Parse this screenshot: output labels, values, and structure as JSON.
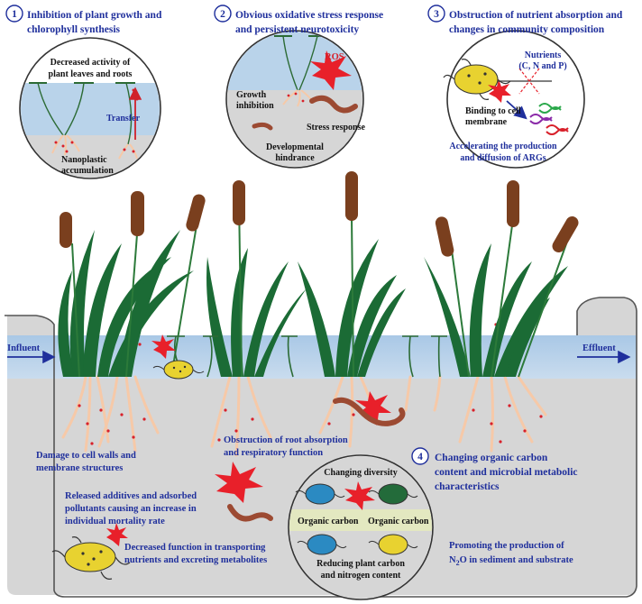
{
  "panels": [
    {
      "number": "1",
      "title_line1": "Inhibition of plant growth and",
      "title_line2": "chlorophyll synthesis"
    },
    {
      "number": "2",
      "title_line1": "Obvious oxidative stress response",
      "title_line2": "and persistent neurotoxicity"
    },
    {
      "number": "3",
      "title_line1": "Obstruction of nutrient absorption and",
      "title_line2": "changes in community composition"
    },
    {
      "number": "4",
      "title_line1": "Changing organic carbon",
      "title_line2": "content and microbial metabolic",
      "title_line3": "characteristics"
    }
  ],
  "circle1": {
    "top_line1": "Decreased activity of",
    "top_line2": "plant leaves and roots",
    "transfer": "Transfer",
    "bottom_line1": "Nanoplastic",
    "bottom_line2": "accumulation"
  },
  "circle2": {
    "ros": "ROS",
    "growth_line1": "Growth",
    "growth_line2": "inhibition",
    "stress": "Stress response",
    "dev_line1": "Developmental",
    "dev_line2": "hindrance"
  },
  "circle3": {
    "nutrients_line1": "Nutrients",
    "nutrients_line2": "(C, N and P)",
    "binding_line1": "Binding to cell",
    "binding_line2": "membrane",
    "arg_line1": "Accelerating the production",
    "arg_line2": "and diffusion of ARGs"
  },
  "circle4": {
    "diversity": "Changing diversity",
    "carbon_left": "Organic carbon",
    "carbon_right": "Organic carbon",
    "reduce_line1": "Reducing plant carbon",
    "reduce_line2": "and nitrogen  content"
  },
  "flow": {
    "influent": "Influent",
    "effluent": "Effluent"
  },
  "notes": {
    "damage_line1": "Damage to cell walls and",
    "damage_line2": "membrane structures",
    "root_line1": "Obstruction of root absorption",
    "root_line2": "and respiratory function",
    "released_line1": "Released additives and adsorbed",
    "released_line2": "pollutants causing an increase in",
    "released_line3": "individual mortality rate",
    "decreased_line1": "Decreased function in transporting",
    "decreased_line2": "nutrients and excreting metabolites",
    "n2o_line1": "Promoting the production of",
    "n2o_line2_prefix": "N",
    "n2o_sub": "2",
    "n2o_line2_suffix": "O in sediment and substrate"
  },
  "colors": {
    "text_blue": "#1f2f9c",
    "water": "#b9d3ea",
    "sediment": "#d6d6d6",
    "leaf": "#1b6b35",
    "cattail": "#7a3f1e",
    "root": "#f6c9a8",
    "ros": "#e8202a",
    "worm": "#9c4a32",
    "microbe": "#e8d230"
  }
}
